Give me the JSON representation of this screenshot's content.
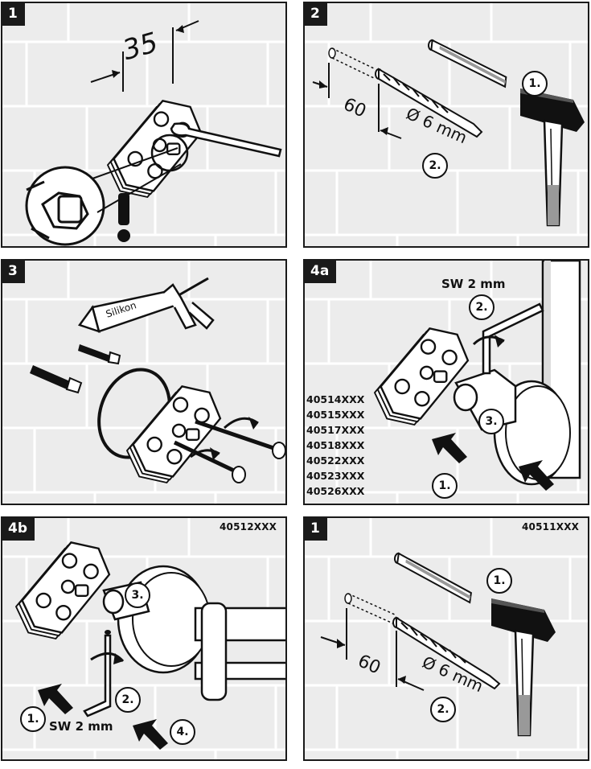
{
  "panels": [
    {
      "id": "p1",
      "step": "1",
      "dimension": "35",
      "warning_icon": "exclamation-icon"
    },
    {
      "id": "p2",
      "step": "2",
      "depth_label": "60",
      "drill_label": "Ø 6 mm",
      "callouts": [
        "1.",
        "2."
      ],
      "tools": [
        "drill-bit-icon",
        "dowel-icon",
        "hammer-icon"
      ]
    },
    {
      "id": "p3",
      "step": "3",
      "tube_label": "Silikon",
      "tools": [
        "silicone-gun-icon",
        "oring-icon",
        "screw-icon",
        "dowel-icon"
      ]
    },
    {
      "id": "p4a",
      "step": "4a",
      "sw_label": "SW 2 mm",
      "callouts": [
        "1.",
        "2.",
        "3."
      ],
      "models": [
        "40514XXX",
        "40515XXX",
        "40517XXX",
        "40518XXX",
        "40522XXX",
        "40523XXX",
        "40526XXX"
      ]
    },
    {
      "id": "p4b",
      "step": "4b",
      "model": "40512XXX",
      "sw_label": "SW 2 mm",
      "callouts": [
        "1.",
        "2.",
        "3.",
        "4."
      ]
    },
    {
      "id": "p5",
      "step": "1",
      "model": "40511XXX",
      "depth_label": "60",
      "drill_label": "Ø 6 mm",
      "callouts": [
        "1.",
        "2."
      ]
    }
  ]
}
